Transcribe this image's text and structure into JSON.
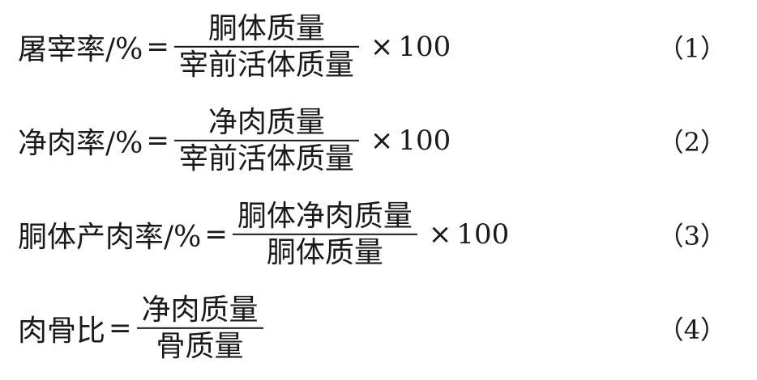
{
  "equations": [
    {
      "lhs": "屠宰率/%",
      "eq": "=",
      "numerator": "胴体质量",
      "denominator": "宰前活体质量",
      "times": "×",
      "factor": "100",
      "number": "（1）"
    },
    {
      "lhs": "净肉率/%",
      "eq": "=",
      "numerator": "净肉质量",
      "denominator": "宰前活体质量",
      "times": "×",
      "factor": "100",
      "number": "（2）"
    },
    {
      "lhs": "胴体产肉率/%",
      "eq": "=",
      "numerator": "胴体净肉质量",
      "denominator": "胴体质量",
      "times": "×",
      "factor": "100",
      "number": "（3）"
    },
    {
      "lhs": "肉骨比",
      "eq": "=",
      "numerator": "净肉质量",
      "denominator": "骨质量",
      "number": "（4）"
    }
  ]
}
